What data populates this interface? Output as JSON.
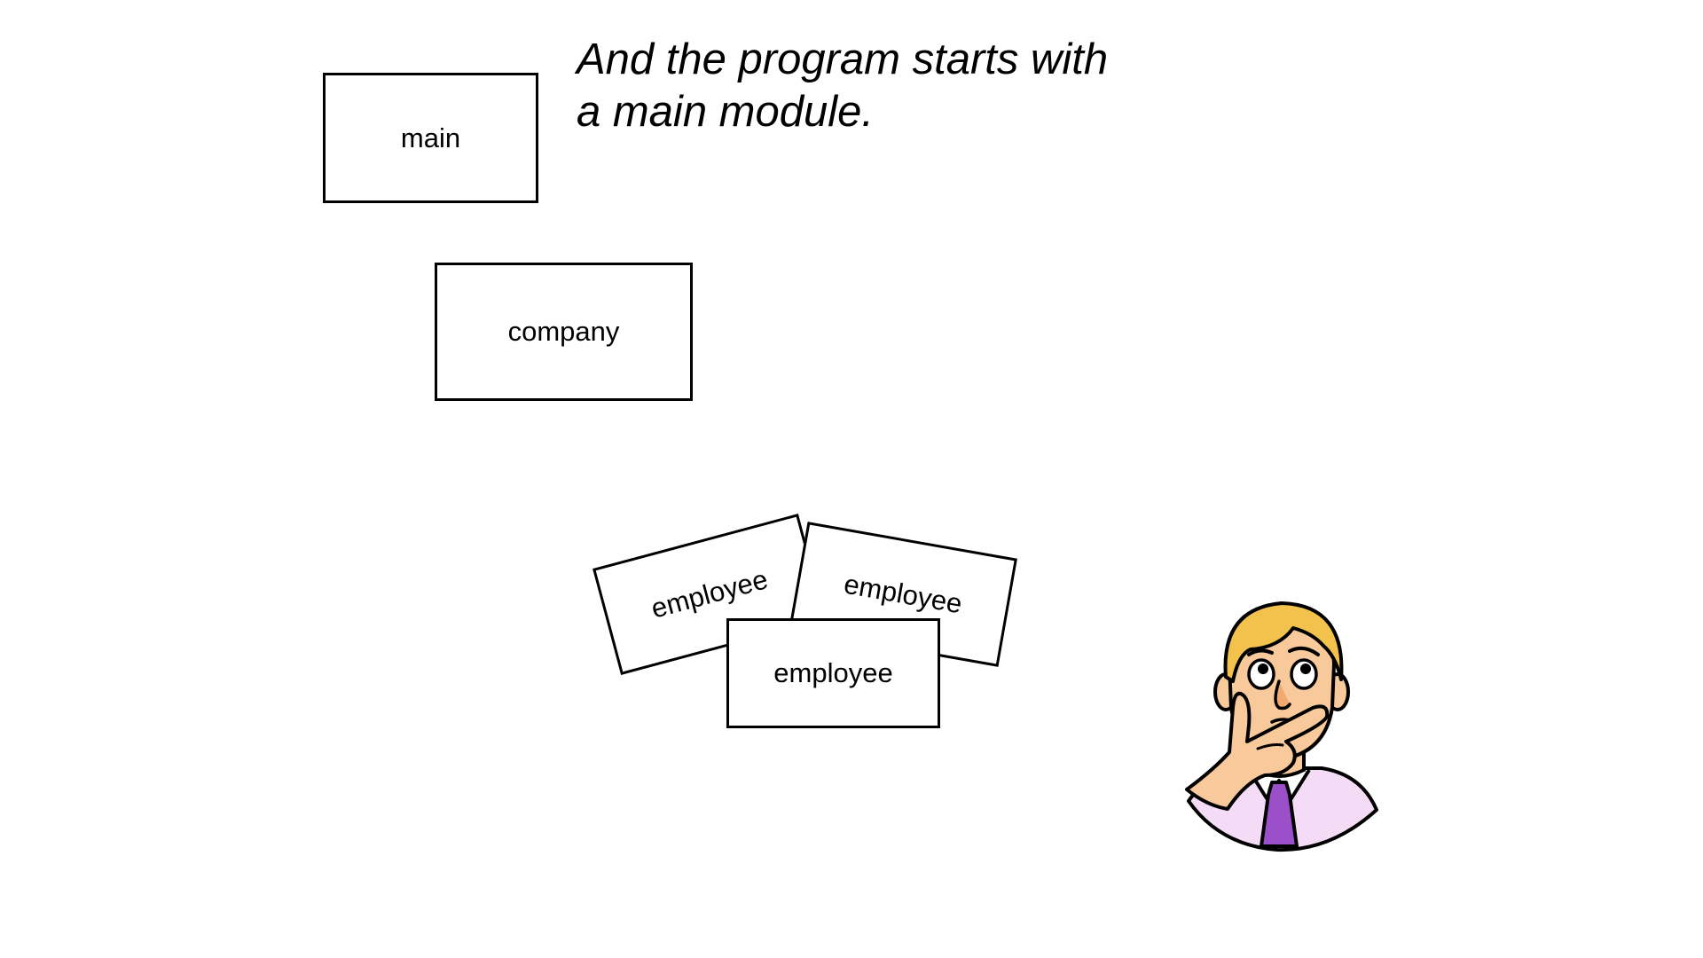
{
  "caption": {
    "line1": "And the program starts with",
    "line2": "a main module."
  },
  "modules": {
    "main": "main",
    "company": "company",
    "employees": [
      "employee",
      "employee",
      "employee"
    ]
  },
  "illustration": {
    "icon": "thinking-person-icon",
    "colors": {
      "hair": "#f3c24c",
      "skin": "#f7c99b",
      "shirt": "#f4dcf6",
      "tie": "#9b4fc8",
      "outline": "#000000"
    }
  }
}
